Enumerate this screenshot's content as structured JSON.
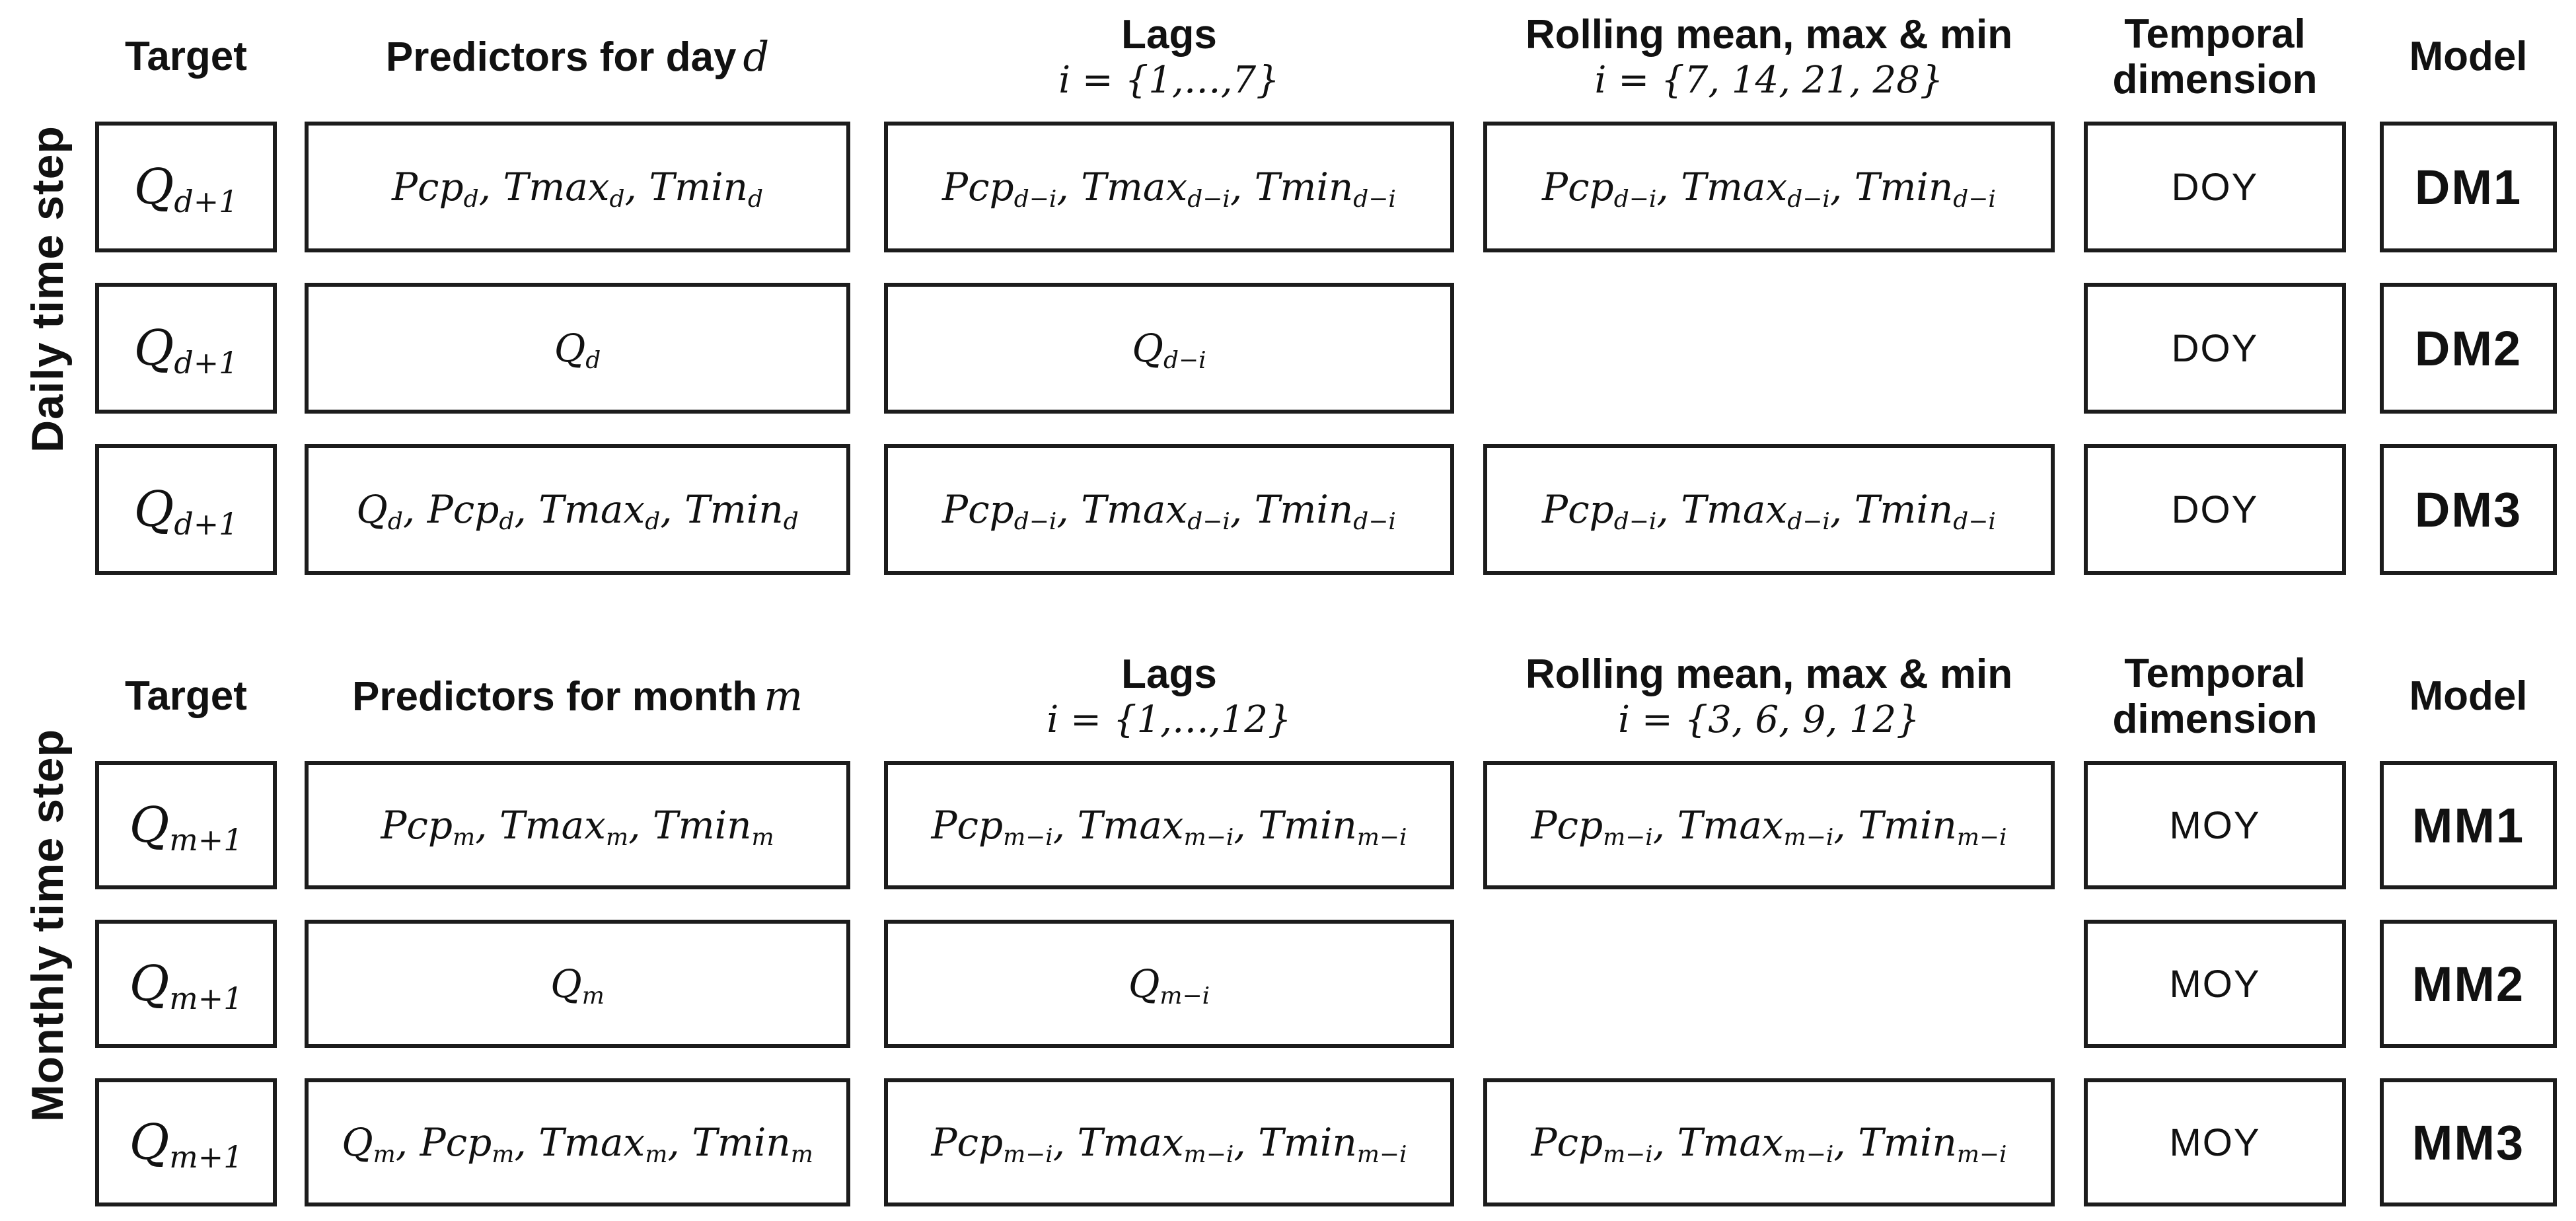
{
  "figure": {
    "sections": [
      {
        "side_label": "Daily time step",
        "headers": {
          "target": "Target",
          "predictors_label": "Predictors for day",
          "predictors_var": "d",
          "lags_label": "Lags",
          "lags_range": "i = {1,…,7}",
          "rolling_label": "Rolling mean, max & min",
          "rolling_range": "i = {7, 14, 21, 28}",
          "temporal_label": "Temporal dimension",
          "model_label": "Model"
        },
        "rows": [
          {
            "target": "Q_{d+1}",
            "predictors": "Pcp_{d}, Tmax_{d}, Tmin_{d}",
            "lags": "Pcp_{d−i}, Tmax_{d−i}, Tmin_{d−i}",
            "rolling": "Pcp_{d−i}, Tmax_{d−i}, Tmin_{d−i}",
            "temporal": "DOY",
            "model": "DM1"
          },
          {
            "target": "Q_{d+1}",
            "predictors": "Q_{d}",
            "lags": "Q_{d−i}",
            "rolling": "",
            "temporal": "DOY",
            "model": "DM2"
          },
          {
            "target": "Q_{d+1}",
            "predictors": "Q_{d}, Pcp_{d}, Tmax_{d}, Tmin_{d}",
            "lags": "Pcp_{d−i}, Tmax_{d−i}, Tmin_{d−i}",
            "rolling": "Pcp_{d−i}, Tmax_{d−i}, Tmin_{d−i}",
            "temporal": "DOY",
            "model": "DM3"
          }
        ]
      },
      {
        "side_label": "Monthly time step",
        "headers": {
          "target": "Target",
          "predictors_label": "Predictors for month",
          "predictors_var": "m",
          "lags_label": "Lags",
          "lags_range": "i = {1,…,12}",
          "rolling_label": "Rolling mean, max & min",
          "rolling_range": "i = {3, 6, 9, 12}",
          "temporal_label": "Temporal dimension",
          "model_label": "Model"
        },
        "rows": [
          {
            "target": "Q_{m+1}",
            "predictors": "Pcp_{m}, Tmax_{m}, Tmin_{m}",
            "lags": "Pcp_{m−i}, Tmax_{m−i}, Tmin_{m−i}",
            "rolling": "Pcp_{m−i}, Tmax_{m−i}, Tmin_{m−i}",
            "temporal": "MOY",
            "model": "MM1"
          },
          {
            "target": "Q_{m+1}",
            "predictors": "Q_{m}",
            "lags": "Q_{m−i}",
            "rolling": "",
            "temporal": "MOY",
            "model": "MM2"
          },
          {
            "target": "Q_{m+1}",
            "predictors": "Q_{m}, Pcp_{m}, Tmax_{m}, Tmin_{m}",
            "lags": "Pcp_{m−i}, Tmax_{m−i}, Tmin_{m−i}",
            "rolling": "Pcp_{m−i}, Tmax_{m−i}, Tmin_{m−i}",
            "temporal": "MOY",
            "model": "MM3"
          }
        ]
      }
    ]
  }
}
